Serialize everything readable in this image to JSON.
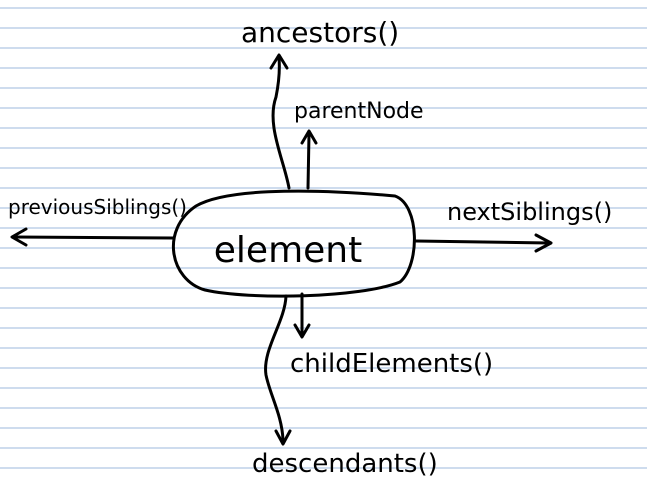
{
  "colors": {
    "paper": "#ffffff",
    "ruled_line": "#9db9dc",
    "ink": "#000000"
  },
  "center": {
    "label": "element"
  },
  "labels": {
    "ancestors": "ancestors()",
    "parent_node": "parentNode",
    "previous_siblings": "previousSiblings()",
    "next_siblings": "nextSiblings()",
    "child_elements": "childElements()",
    "descendants": "descendants()"
  }
}
